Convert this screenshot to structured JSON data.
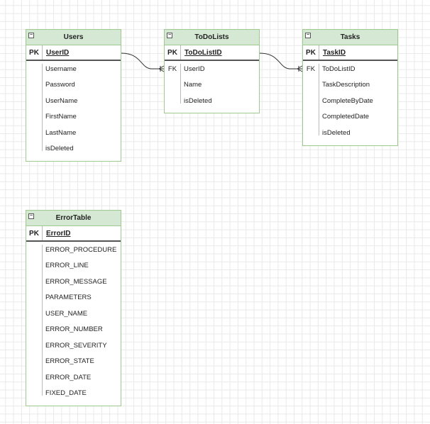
{
  "entities": {
    "users": {
      "title": "Users",
      "pk_label": "PK",
      "pk_field": "UserID",
      "fields": [
        "Username",
        "Password",
        "UserName",
        "FirstName",
        "LastName",
        "isDeleted"
      ]
    },
    "todolists": {
      "title": "ToDoLists",
      "pk_label": "PK",
      "pk_field": "ToDoListID",
      "fk_label": "FK",
      "fields": [
        "UserID",
        "Name",
        "isDeleted"
      ]
    },
    "tasks": {
      "title": "Tasks",
      "pk_label": "PK",
      "pk_field": "TaskID",
      "fk_label": "FK",
      "fields": [
        "ToDoListID",
        "TaskDescription",
        "CompleteByDate",
        "CompletedDate",
        "isDeleted"
      ]
    },
    "errortable": {
      "title": "ErrorTable",
      "pk_label": "PK",
      "pk_field": "ErrorID",
      "fields": [
        "ERROR_PROCEDURE",
        "ERROR_LINE",
        "ERROR_MESSAGE",
        "PARAMETERS",
        "USER_NAME",
        "ERROR_NUMBER",
        "ERROR_SEVERITY",
        "ERROR_STATE",
        "ERROR_DATE",
        "FIXED_DATE"
      ]
    }
  },
  "colors": {
    "header_fill": "#d5e8d4",
    "border": "#9fc98f",
    "connector": "#333333"
  },
  "icons": {
    "collapse": "collapse-icon",
    "crowfoot": "crowfoot-many-icon"
  }
}
